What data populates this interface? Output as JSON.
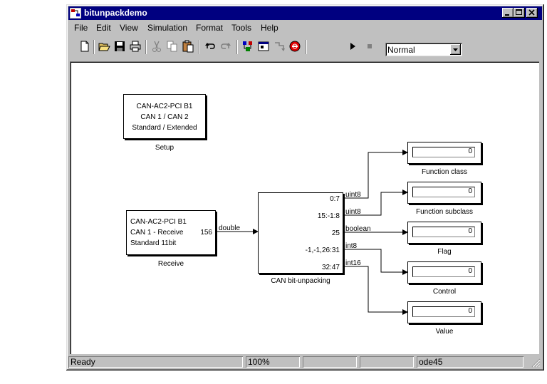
{
  "window": {
    "title": "bitunpackdemo"
  },
  "menu": [
    "File",
    "Edit",
    "View",
    "Simulation",
    "Format",
    "Tools",
    "Help"
  ],
  "toolbar": {
    "sim_mode": "Normal"
  },
  "blocks": {
    "setup": {
      "lines": [
        "CAN-AC2-PCI B1",
        "CAN 1 / CAN 2",
        "Standard / Extended"
      ],
      "label": "Setup"
    },
    "receive": {
      "lines": [
        "CAN-AC2-PCI B1",
        "CAN 1 - Receive",
        "Standard 11bit"
      ],
      "port": "156",
      "label": "Receive"
    },
    "unpack": {
      "ports": [
        "0:7",
        "15:-1:8",
        "25",
        "-1,-1,26:31",
        "32:47"
      ],
      "label": "CAN bit-unpacking"
    },
    "displays": [
      {
        "value": "0",
        "label": "Function class"
      },
      {
        "value": "0",
        "label": "Function subclass"
      },
      {
        "value": "0",
        "label": "Flag"
      },
      {
        "value": "0",
        "label": "Control"
      },
      {
        "value": "0",
        "label": "Value"
      }
    ]
  },
  "signals": {
    "input": "double",
    "outputs": [
      "uint8",
      "uint8",
      "boolean",
      "int8",
      "int16"
    ]
  },
  "status": {
    "state": "Ready",
    "zoom": "100%",
    "solver": "ode45"
  }
}
